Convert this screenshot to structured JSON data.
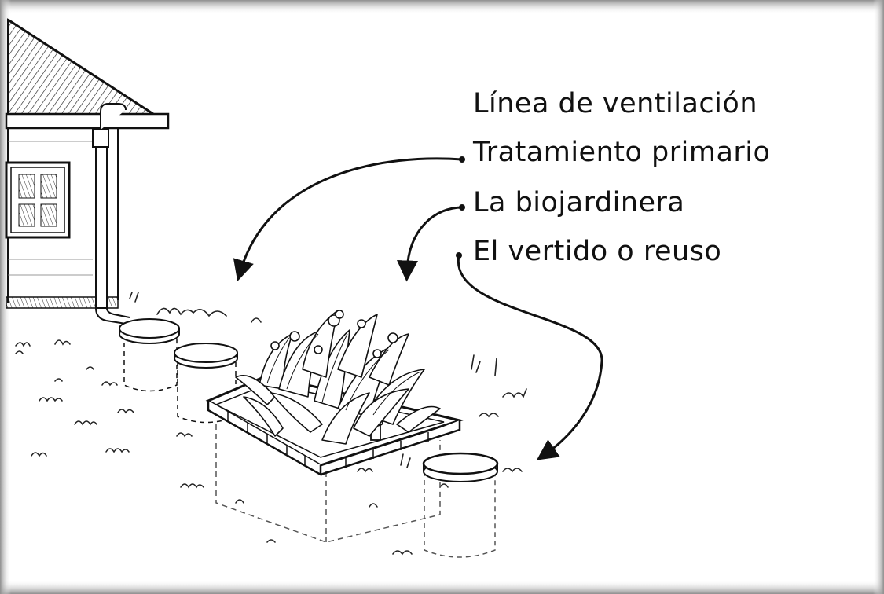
{
  "labels": [
    "Línea de ventilación",
    "Tratamiento primario",
    "La biojardinera",
    "El vertido o reuso"
  ],
  "colors": {
    "ink": "#111111",
    "background": "#ffffff",
    "frame_shadow": "#9a9a9a"
  }
}
